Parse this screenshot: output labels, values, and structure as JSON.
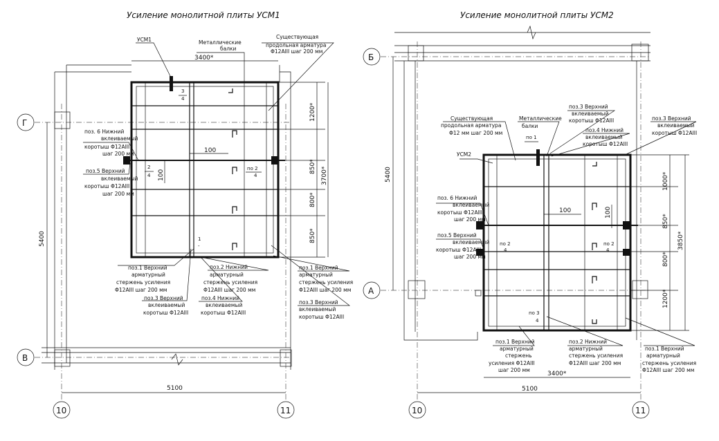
{
  "panels": {
    "usm1": {
      "title": "Усиление монолитной плиты УСМ1",
      "mark": "УСМ1",
      "beams_note": [
        "Металлические",
        "балки"
      ],
      "existing_note": [
        "Существующая",
        "продольная арматура",
        "Φ12АIII шаг 200 мм"
      ],
      "dim_top": "3400*",
      "dim_left": "5400",
      "dim_bottom": "5100",
      "dim_right_total": "3700*",
      "dim_right_parts": [
        "1200*",
        "850*",
        "800*",
        "850*"
      ],
      "dim_100_h": "100",
      "dim_100_v": "100",
      "pos6": [
        "поз. 6 Нижний",
        "вклеиваемый",
        "коротыш Φ12АIII",
        "шаг 200 мм"
      ],
      "pos5": [
        "поз.5 Верхний",
        "вклеиваемый",
        "коротыш Φ12АIII",
        "шаг 200 мм"
      ],
      "pos1": [
        "поз.1 Верхний",
        "арматурный",
        "стержень усиления",
        "Φ12АIII  шаг 200 мм"
      ],
      "pos2": [
        "поз.2 Нижний",
        "арматурный",
        "стержень усиления",
        "Φ12АIII  шаг 200 мм"
      ],
      "pos3a": [
        "поз.3 Верхний",
        "вклеиваемый",
        "коротыш Φ12АIII"
      ],
      "pos4": [
        "поз.4 Нижний",
        "вклеиваемый",
        "коротыш Φ12АIII"
      ],
      "pos1r": [
        "поз.1 Верхний",
        "арматурный",
        "стержень усиления",
        "Φ12АIII  шаг 200 мм"
      ],
      "pos3b": [
        "поз.3 Верхний",
        "вклеиваемый",
        "коротыш Φ12АIII"
      ],
      "tag_34": [
        "3",
        "4"
      ],
      "tag_24": [
        "2",
        "4"
      ],
      "tag_po2": [
        "по 2",
        "4"
      ],
      "tag_1": [
        "1",
        "-"
      ],
      "axis_G": "Г",
      "axis_V": "В",
      "axis_10": "10",
      "axis_11": "11"
    },
    "usm2": {
      "title": "Усиление монолитной плиты УСМ2",
      "mark": "УСМ2",
      "beams_note": [
        "Металлические",
        "балки"
      ],
      "existing_note": [
        "Существующая",
        "продольная арматура",
        "Φ12 мм шаг 200 мм"
      ],
      "dim_bottom_inner": "3400*",
      "dim_left": "5400",
      "dim_bottom": "5100",
      "dim_right_total": "3850*",
      "dim_right_parts": [
        "1000*",
        "850*",
        "800*",
        "1200*"
      ],
      "dim_100_h": "100",
      "dim_100_v": "100",
      "pos3_top": [
        "поз.3 Верхний",
        "вклеиваемый",
        "коротыш Φ12АIII"
      ],
      "pos4_top": [
        "поз.4 Нижний",
        "вклеиваемый",
        "коротыш Φ12АIII"
      ],
      "pos3_right": [
        "поз.3 Верхний",
        "вклеиваемый",
        "коротыш Φ12АIII"
      ],
      "pos6": [
        "поз. 6 Нижний",
        "вклеиваемый",
        "коротыш Φ12АIII",
        "шаг 200 мм"
      ],
      "pos5": [
        "поз.5 Верхний",
        "вклеиваемый",
        "коротыш Φ12АIII",
        "шаг 200 мм"
      ],
      "pos1": [
        "поз.1 Верхний",
        "арматурный",
        "стержень",
        "усиления Φ12АIII",
        "шаг 200 мм"
      ],
      "pos2": [
        "поз.2 Нижний",
        "арматурный",
        "стержень усиления",
        "Φ12АIII шаг 200 мм"
      ],
      "pos1r": [
        "поз.1 Верхний",
        "арматурный",
        "стержень усиления",
        "Φ12АIII  шаг 200 мм"
      ],
      "tag_po1": "по 1",
      "tag_po2a": [
        "по 2",
        "4"
      ],
      "tag_po2b": [
        "по 2",
        "4"
      ],
      "tag_po3": [
        "по 3",
        "4"
      ],
      "axis_B": "Б",
      "axis_A": "А",
      "axis_10": "10",
      "axis_11": "11"
    }
  }
}
